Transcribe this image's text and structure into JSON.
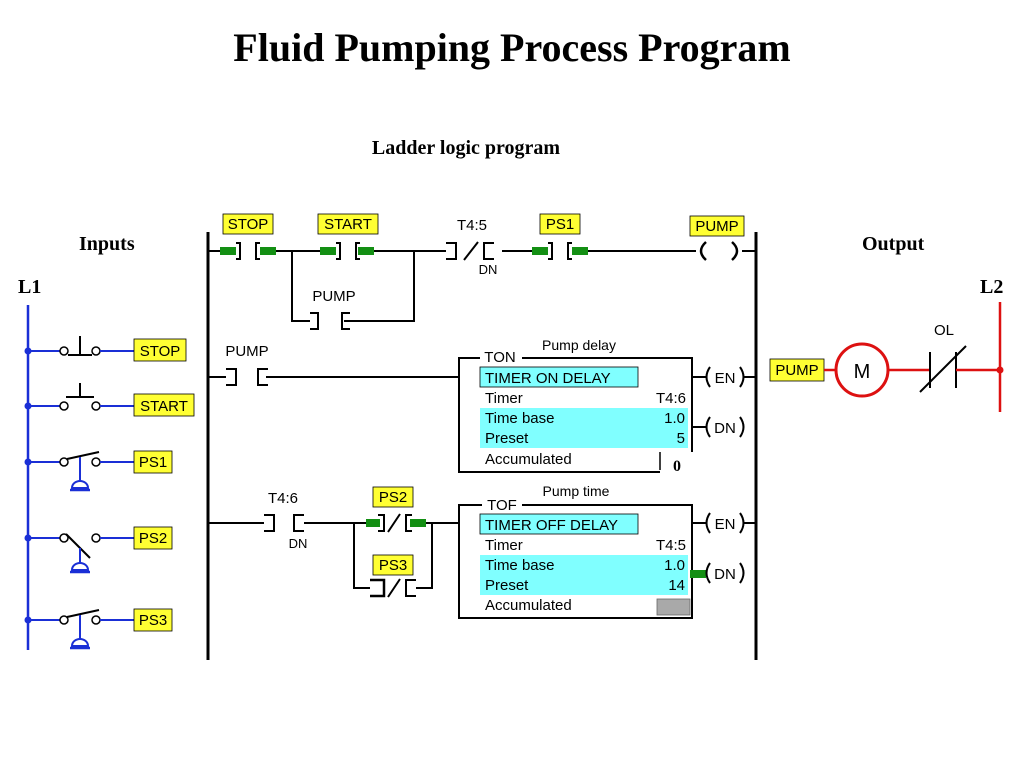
{
  "title": "Fluid Pumping Process Program",
  "subtitle": "Ladder logic program",
  "inputs_label": "Inputs",
  "output_label": "Output",
  "rail_left": "L1",
  "rail_right": "L2",
  "input_devices": [
    "STOP",
    "START",
    "PS1",
    "PS2",
    "PS3"
  ],
  "rung1": {
    "stop": "STOP",
    "start": "START",
    "timer_contact": "T4:5",
    "timer_contact_bit": "DN",
    "ps1": "PS1",
    "coil": "PUMP",
    "seal_in": "PUMP"
  },
  "rung2": {
    "contact": "PUMP",
    "block_type": "TON",
    "block_caption": "Pump delay",
    "block_title": "TIMER ON DELAY",
    "timer_label": "Timer",
    "timer_value": "T4:6",
    "timebase_label": "Time base",
    "timebase_value": "1.0",
    "preset_label": "Preset",
    "preset_value": "5",
    "accum_label": "Accumulated",
    "accum_value": "0",
    "out_en": "EN",
    "out_dn": "DN"
  },
  "rung3": {
    "timer_contact": "T4:6",
    "timer_contact_bit": "DN",
    "ps2": "PS2",
    "ps3": "PS3",
    "block_type": "TOF",
    "block_caption": "Pump time",
    "block_title": "TIMER OFF DELAY",
    "timer_label": "Timer",
    "timer_value": "T4:5",
    "timebase_label": "Time base",
    "timebase_value": "1.0",
    "preset_label": "Preset",
    "preset_value": "14",
    "accum_label": "Accumulated",
    "out_en": "EN",
    "out_dn": "DN"
  },
  "output_circuit": {
    "tag": "PUMP",
    "motor": "M",
    "overload": "OL"
  },
  "colors": {
    "tag_fill": "#ffff33",
    "highlight": "#80ffff",
    "energized": "#138f13",
    "output": "#dd1111",
    "wire_blue": "#1a2fd6",
    "accum_box": "#a9a9a9"
  }
}
